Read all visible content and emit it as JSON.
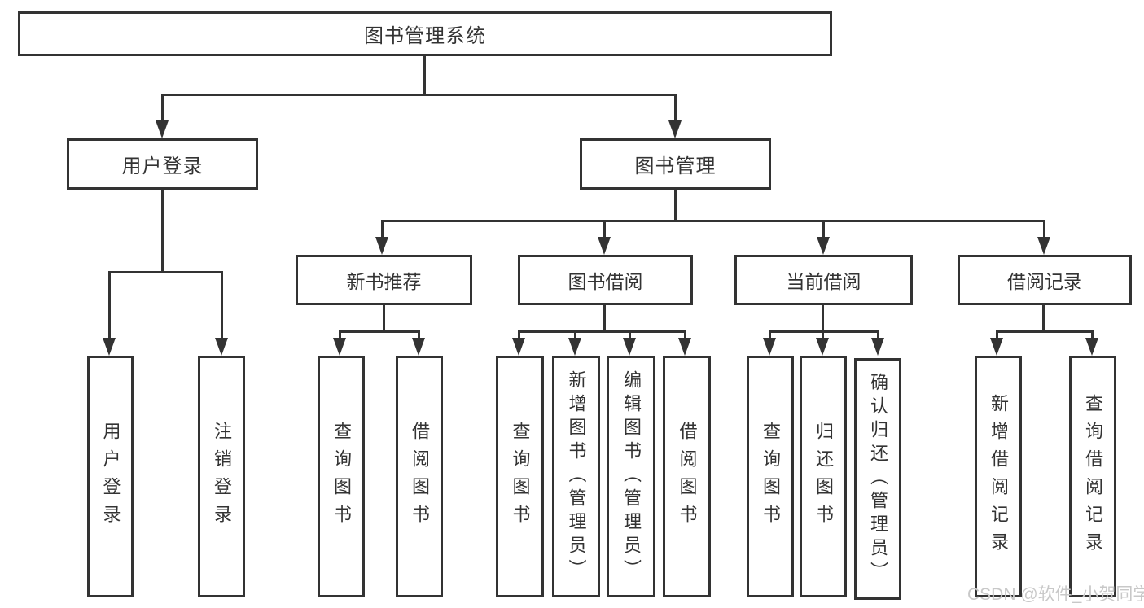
{
  "diagram_title": "图书管理系统",
  "tree": {
    "label": "图书管理系统",
    "children": [
      {
        "label": "用户登录",
        "children": [
          {
            "label": "用户登录"
          },
          {
            "label": "注销登录"
          }
        ]
      },
      {
        "label": "图书管理",
        "children": [
          {
            "label": "新书推荐",
            "children": [
              {
                "label": "查询图书"
              },
              {
                "label": "借阅图书"
              }
            ]
          },
          {
            "label": "图书借阅",
            "children": [
              {
                "label": "查询图书"
              },
              {
                "label": "新增图书（管理员）"
              },
              {
                "label": "编辑图书（管理员）"
              },
              {
                "label": "借阅图书"
              }
            ]
          },
          {
            "label": "当前借阅",
            "children": [
              {
                "label": "查询图书"
              },
              {
                "label": "归还图书"
              },
              {
                "label": "确认归还（管理员）"
              }
            ]
          },
          {
            "label": "借阅记录",
            "children": [
              {
                "label": "新增借阅记录"
              },
              {
                "label": "查询借阅记录"
              }
            ]
          }
        ]
      }
    ]
  },
  "watermark": {
    "text": "CSDN @软件_小贺同学"
  },
  "colors": {
    "line": "#333333",
    "text": "#333333",
    "background": "#ffffff",
    "watermark": "#c8c8c8"
  }
}
